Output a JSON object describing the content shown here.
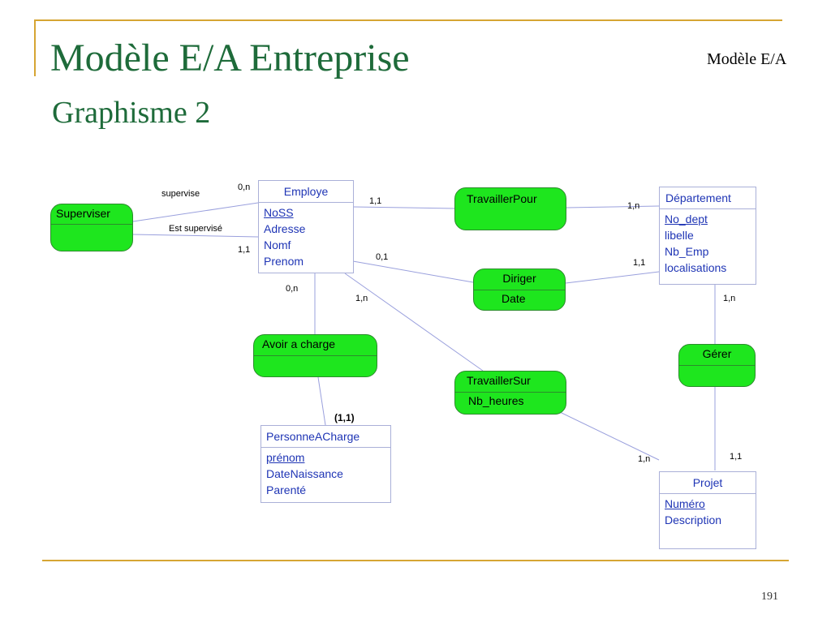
{
  "slide": {
    "title": "Modèle E/A Entreprise",
    "subtitle": "Graphisme 2",
    "corner_label": "Modèle E/A",
    "page_number": "191"
  },
  "entities": {
    "employe": {
      "name": "Employe",
      "attrs": [
        "NoSS",
        "Adresse",
        "Nomf",
        "Prenom"
      ]
    },
    "departement": {
      "name": "Département",
      "attrs": [
        "No_dept",
        "libelle",
        "Nb_Emp",
        "localisations"
      ]
    },
    "personne": {
      "name": "PersonneACharge",
      "attrs": [
        "prénom",
        "DateNaissance",
        "Parenté"
      ]
    },
    "projet": {
      "name": "Projet",
      "attrs": [
        "Numéro",
        "Description"
      ]
    }
  },
  "relationships": {
    "superviser": {
      "name": "Superviser"
    },
    "travaillerpour": {
      "name": "TravaillerPour"
    },
    "diriger": {
      "name": "Diriger",
      "attr": "Date"
    },
    "avoir": {
      "name": "Avoir a charge"
    },
    "travaillersur": {
      "name": "TravaillerSur",
      "attr": "Nb_heures"
    },
    "gerer": {
      "name": "Gérer"
    }
  },
  "cardinalities": {
    "supervise_role": "supervise",
    "supervise_card": "0,n",
    "estsupervise_role": "Est supervisé",
    "estsupervise_card": "1,1",
    "emp_travpour": "1,1",
    "dept_travpour": "1,n",
    "emp_diriger": "0,1",
    "dept_diriger": "1,1",
    "emp_avoir": "0,n",
    "pers_avoir": "(1,1)",
    "emp_travsur": "1,n",
    "proj_travsur": "1,n",
    "dept_gerer": "1,n",
    "proj_gerer": "1,1"
  },
  "colors": {
    "title": "#1e6b3a",
    "frame": "#d6a533",
    "entity_text": "#1f35b5",
    "entity_border": "#aab0d8",
    "relationship_fill": "#1ee61e",
    "link_line": "#9aa0dd"
  }
}
